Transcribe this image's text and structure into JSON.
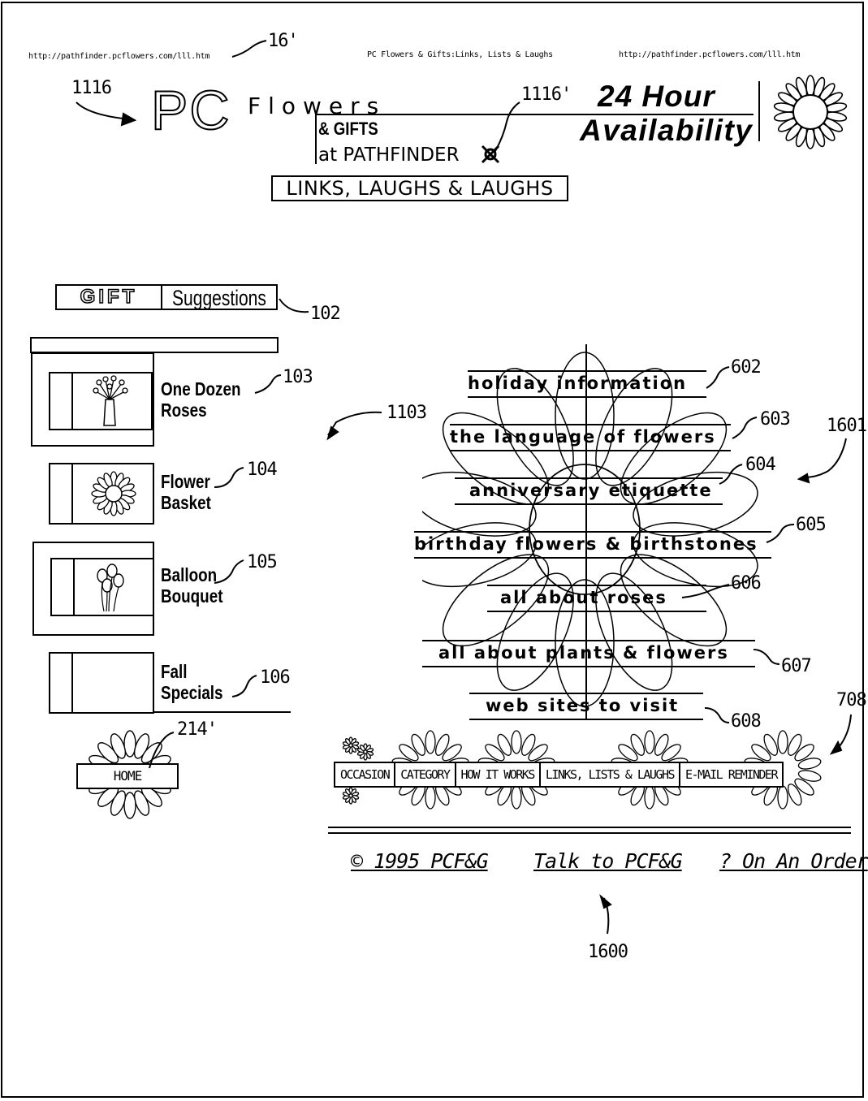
{
  "browser": {
    "url_left": "http://pathfinder.pcflowers.com/lll.htm",
    "title": "PC Flowers & Gifts:Links, Lists & Laughs",
    "url_right": "http://pathfinder.pcflowers.com/lll.htm"
  },
  "header": {
    "logo_pc": "PC",
    "logo_flowers": "Flowers",
    "logo_gifts": "& GIFTS",
    "logo_pathfinder": "at PATHFINDER",
    "section_title": "LINKS, LAUGHS & LAUGHS",
    "availability_line1": "24 Hour",
    "availability_line2": "Availability"
  },
  "sidebar": {
    "gift": "GIFT",
    "suggestions": "Suggestions",
    "items": [
      {
        "line1": "One Dozen",
        "line2": "Roses",
        "icon": "rose-vase-icon"
      },
      {
        "line1": "Flower",
        "line2": "Basket",
        "icon": "flower-icon"
      },
      {
        "line1": "Balloon",
        "line2": "Bouquet",
        "icon": "balloon-icon"
      },
      {
        "line1": "Fall",
        "line2": "Specials",
        "icon": ""
      }
    ],
    "home": "HOME"
  },
  "menu": {
    "items": [
      "holiday information",
      "the language of flowers",
      "anniversary etiquette",
      "birthday flowers & birthstones",
      "all about roses",
      "all about plants & flowers",
      "web sites to visit"
    ]
  },
  "navbar": {
    "items": [
      "OCCASION",
      "CATEGORY",
      "HOW IT WORKS",
      "LINKS, LISTS & LAUGHS",
      "E-MAIL REMINDER"
    ]
  },
  "footer": {
    "copyright": "© 1995 PCF&G",
    "talk": "Talk to PCF&G",
    "order": "? On An Order"
  },
  "callouts": {
    "r16": "16'",
    "r1116": "1116",
    "r1116b": "1116'",
    "r102": "102",
    "r103": "103",
    "r104": "104",
    "r105": "105",
    "r106": "106",
    "r214": "214'",
    "r1103": "1103",
    "r1601": "1601",
    "r602": "602",
    "r603": "603",
    "r604": "604",
    "r605": "605",
    "r606": "606",
    "r607": "607",
    "r608": "608",
    "r708": "708",
    "r1600": "1600"
  }
}
